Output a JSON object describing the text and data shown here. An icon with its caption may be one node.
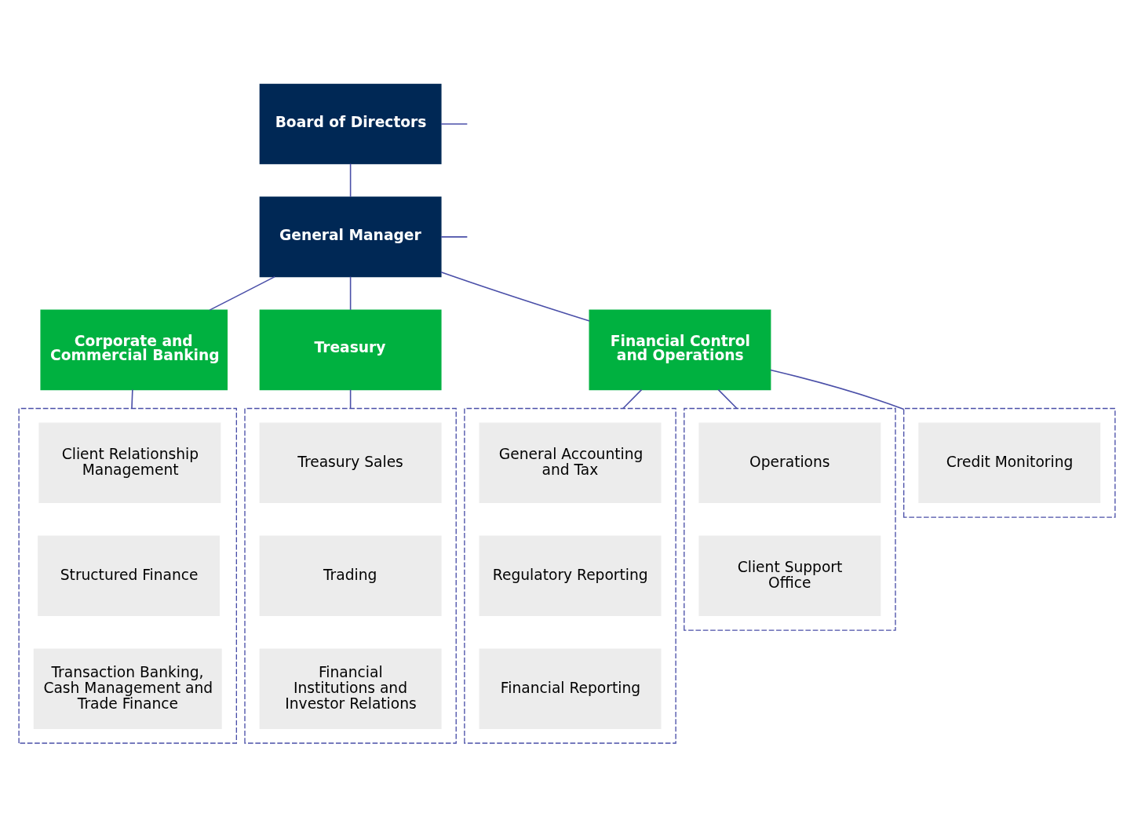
{
  "diagram": {
    "nodes": [
      {
        "text": [
          "Board of Directors"
        ]
      },
      {
        "text": [
          "General Manager"
        ]
      },
      {
        "text": [
          "Corporate and Commercial Banking"
        ]
      },
      {
        "text": [
          "Treasury"
        ]
      },
      {
        "text": [
          "Financial Control and Operations"
        ]
      },
      {
        "text": [],
        "shape": "box"
      },
      {
        "text": [
          "Client Relationship Management"
        ],
        "in": 5
      },
      {
        "text": [
          "Structured Finance"
        ],
        "in": 5
      },
      {
        "text": [
          "Transaction Banking, Cash Management and Trade Finance"
        ],
        "in": 5
      },
      {
        "text": [],
        "shape": "box"
      },
      {
        "text": [
          "Treasury Sales"
        ],
        "in": 9
      },
      {
        "text": [
          "Trading"
        ],
        "in": 9
      },
      {
        "text": [
          "Financial Institutions and Investor Relations"
        ],
        "in": 9
      },
      {
        "text": [],
        "shape": "box"
      },
      {
        "text": [
          "General Accounting and Tax"
        ],
        "in": 13
      },
      {
        "text": [
          "Regulatory Reporting"
        ],
        "in": 13
      },
      {
        "text": [
          "Financial Reporting"
        ],
        "in": 13
      },
      {
        "text": [],
        "shape": "box"
      },
      {
        "text": [
          "Operations"
        ],
        "in": 17
      },
      {
        "text": [
          "Client Support Office"
        ],
        "in": 17
      },
      {
        "text": [],
        "shape": "box"
      },
      {
        "text": [
          "Credit Monitoring"
        ],
        "in": 20
      }
    ],
    "edges": [
      {
        "from": 0,
        "to": null,
        "arrow": "none"
      },
      {
        "from": 0,
        "to": 1,
        "arrow": "none"
      },
      {
        "from": 1,
        "to": 2,
        "arrow": "none"
      },
      {
        "from": 1,
        "to": 3,
        "arrow": "none"
      },
      {
        "from": 1,
        "to": 4,
        "arrow": "none"
      },
      {
        "from": 1,
        "to": null,
        "arrow": "none"
      },
      {
        "from": 2,
        "to": 5,
        "arrow": "none"
      },
      {
        "from": 3,
        "to": 9,
        "arrow": "none"
      },
      {
        "from": 4,
        "to": 13,
        "arrow": "none"
      },
      {
        "from": 4,
        "to": 17,
        "arrow": "none"
      },
      {
        "from": 4,
        "to": 20,
        "arrow": "none"
      }
    ]
  }
}
